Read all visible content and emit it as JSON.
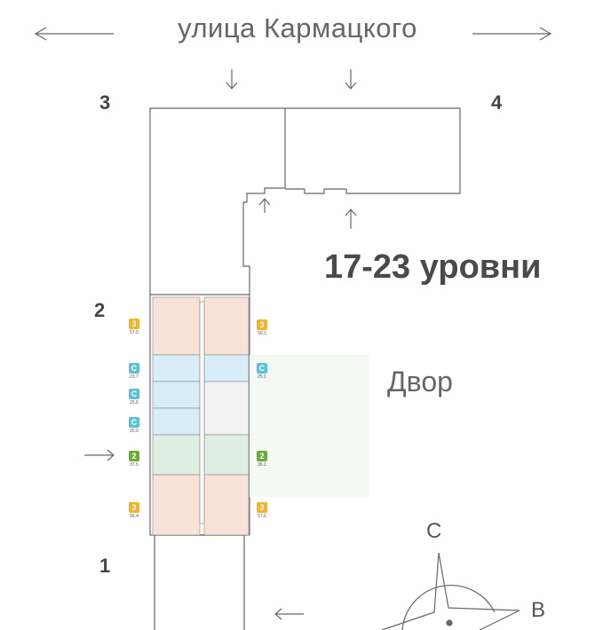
{
  "street": "улица Кармацкого",
  "title": "17-23 уровни",
  "courtyard": "Двор",
  "sections": [
    "1",
    "2",
    "3",
    "4"
  ],
  "compass": {
    "north": "С",
    "east": "В"
  },
  "colors": {
    "three_room": "#f0b429",
    "studio": "#5bc0d8",
    "two_room": "#6aaa3a"
  },
  "apartments_left": [
    {
      "type": "3",
      "area": "57.0",
      "color": "#f0b429"
    },
    {
      "type": "С",
      "area": "23.7",
      "color": "#5bc0d8"
    },
    {
      "type": "С",
      "area": "25.6",
      "color": "#5bc0d8"
    },
    {
      "type": "С",
      "area": "20.0",
      "color": "#5bc0d8"
    },
    {
      "type": "2",
      "area": "37.5",
      "color": "#6aaa3a"
    },
    {
      "type": "3",
      "area": "56.4",
      "color": "#f0b429"
    }
  ],
  "apartments_right": [
    {
      "type": "3",
      "area": "50.1",
      "color": "#f0b429"
    },
    {
      "type": "С",
      "area": "25.1",
      "color": "#5bc0d8"
    },
    {
      "type": "2",
      "area": "36.1",
      "color": "#6aaa3a"
    },
    {
      "type": "3",
      "area": "57.6",
      "color": "#f0b429"
    }
  ]
}
